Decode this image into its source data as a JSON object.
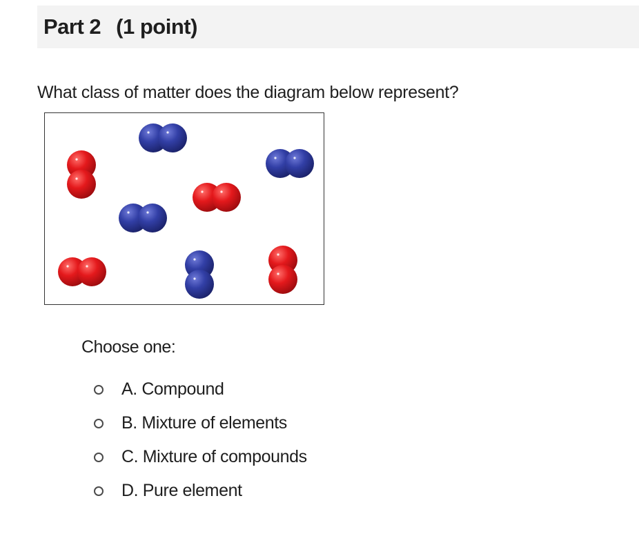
{
  "header": {
    "part_label": "Part 2",
    "points_label": "(1 point)"
  },
  "question": {
    "text": "What class of matter does the diagram below represent?"
  },
  "diagram": {
    "colors": {
      "blue": "#2f3b9c",
      "red": "#e0171b"
    },
    "molecules": [
      {
        "color": "blue",
        "orientation": "horizontal"
      },
      {
        "color": "red",
        "orientation": "vertical"
      },
      {
        "color": "blue",
        "orientation": "horizontal"
      },
      {
        "color": "red",
        "orientation": "horizontal"
      },
      {
        "color": "blue",
        "orientation": "horizontal"
      },
      {
        "color": "red",
        "orientation": "horizontal"
      },
      {
        "color": "blue",
        "orientation": "vertical"
      },
      {
        "color": "red",
        "orientation": "vertical"
      }
    ]
  },
  "answer": {
    "prompt": "Choose one:",
    "options": [
      {
        "label": "A. Compound"
      },
      {
        "label": "B. Mixture of elements"
      },
      {
        "label": "C. Mixture of compounds"
      },
      {
        "label": "D. Pure element"
      }
    ]
  }
}
